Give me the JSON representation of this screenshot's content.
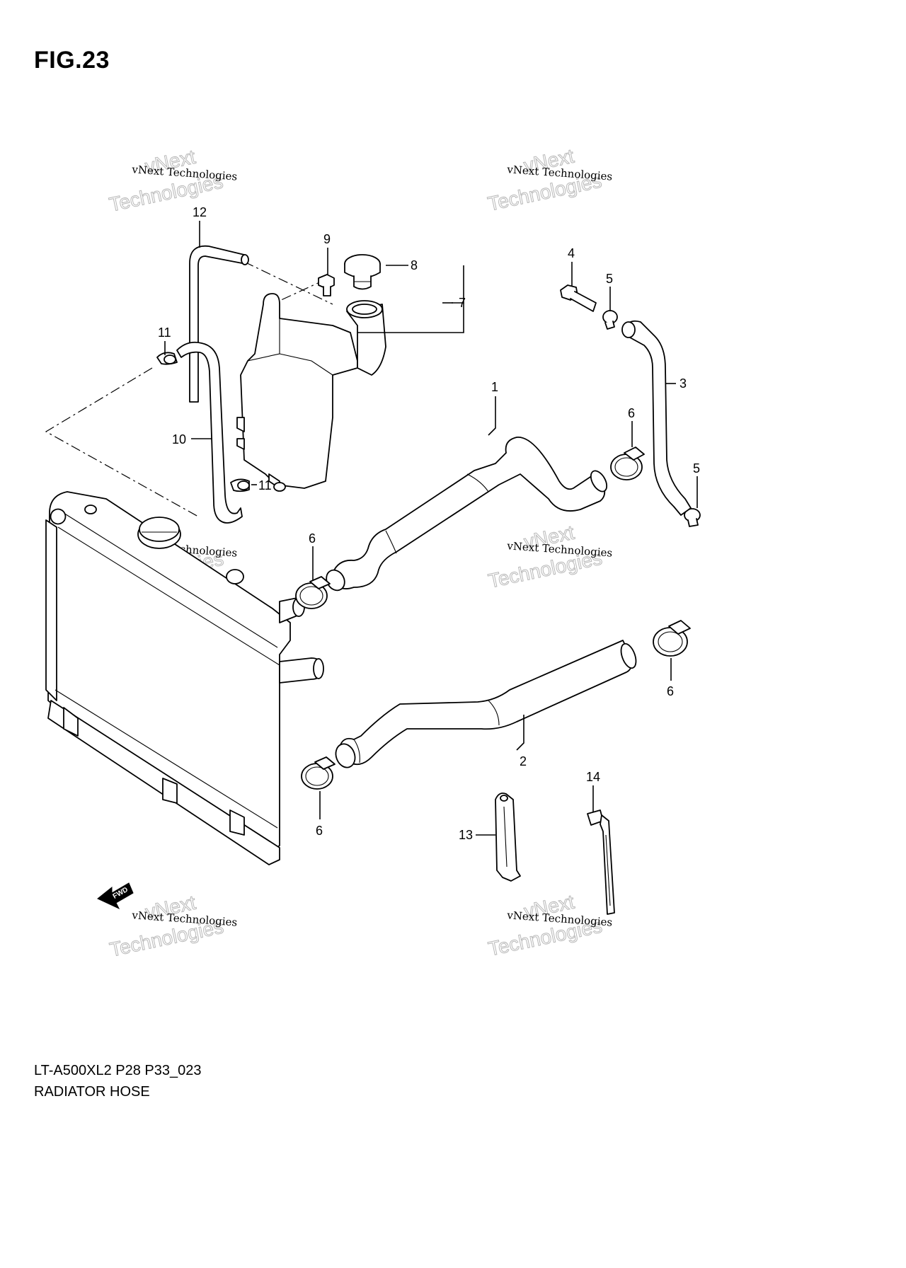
{
  "figure": {
    "title": "FIG.23",
    "model_code": "LT-A500XL2 P28 P33_023",
    "name": "RADIATOR HOSE"
  },
  "callouts": [
    "1",
    "2",
    "3",
    "4",
    "5",
    "5",
    "6",
    "6",
    "6",
    "6",
    "7",
    "8",
    "9",
    "10",
    "11",
    "11",
    "12",
    "13",
    "14"
  ],
  "watermark": {
    "line1": "vNext Technologies",
    "line2": "vNext",
    "line3": "Technologies"
  },
  "direction_badge": "FWD",
  "colors": {
    "ink": "#000000",
    "watermark": "#b8b8b8",
    "background": "#ffffff"
  }
}
